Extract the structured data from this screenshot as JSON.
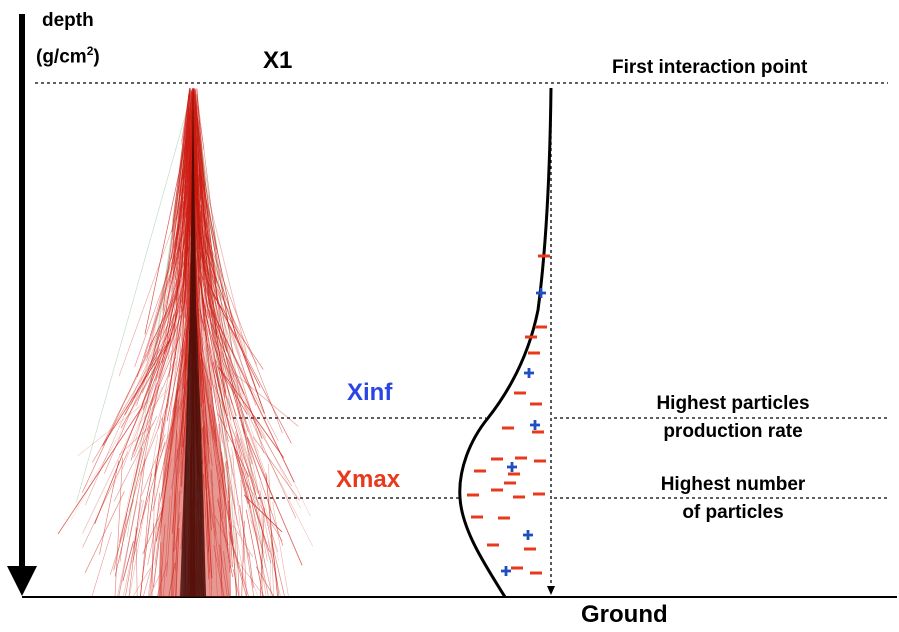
{
  "axis": {
    "label_line1": "depth",
    "label_line2_prefix": "(g/cm",
    "label_line2_sup": "2",
    "label_line2_suffix": ")"
  },
  "levels": {
    "x1": {
      "marker": "X1",
      "description": "First interaction point"
    },
    "xinf": {
      "marker": "Xinf",
      "description_line1": "Highest particles",
      "description_line2": "production rate",
      "color": "#2a44e6"
    },
    "xmax": {
      "marker": "Xmax",
      "description_line1": "Highest number",
      "description_line2": "of particles",
      "color": "#e8391c"
    },
    "ground": {
      "label": "Ground"
    }
  },
  "colors": {
    "shower": "#cc1a10",
    "shower_core": "#3a0a05",
    "shower_side": "#6aa86a",
    "minus_sign": "#e8391c",
    "plus_sign": "#1f4fbf"
  },
  "charge_signs": {
    "minus_glyph": "−",
    "plus_glyph": "+"
  }
}
